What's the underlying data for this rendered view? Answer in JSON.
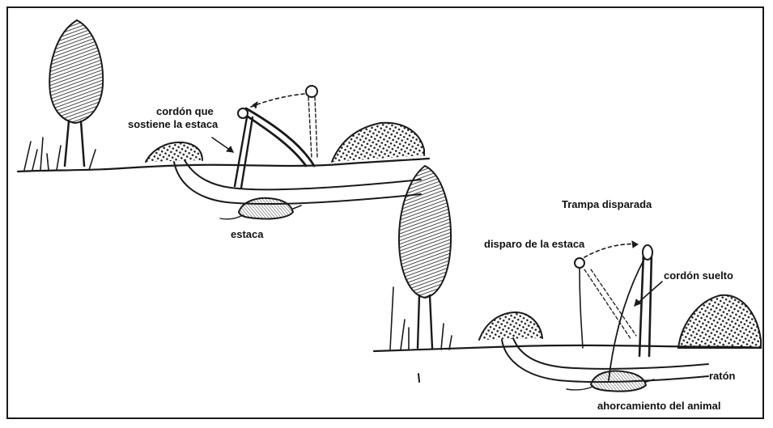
{
  "labels": {
    "cordon_sostiene_line1": "cordón que",
    "cordon_sostiene_line2": "sostiene la estaca",
    "estaca": "estaca",
    "trampa_disparada": "Trampa disparada",
    "disparo_estaca": "disparo de la estaca",
    "cordon_suelto": "cordón suelto",
    "raton": "ratón",
    "ahorcamiento": "ahorcamiento del animal"
  },
  "colors": {
    "ink": "#1a1a1a",
    "background": "#ffffff"
  }
}
